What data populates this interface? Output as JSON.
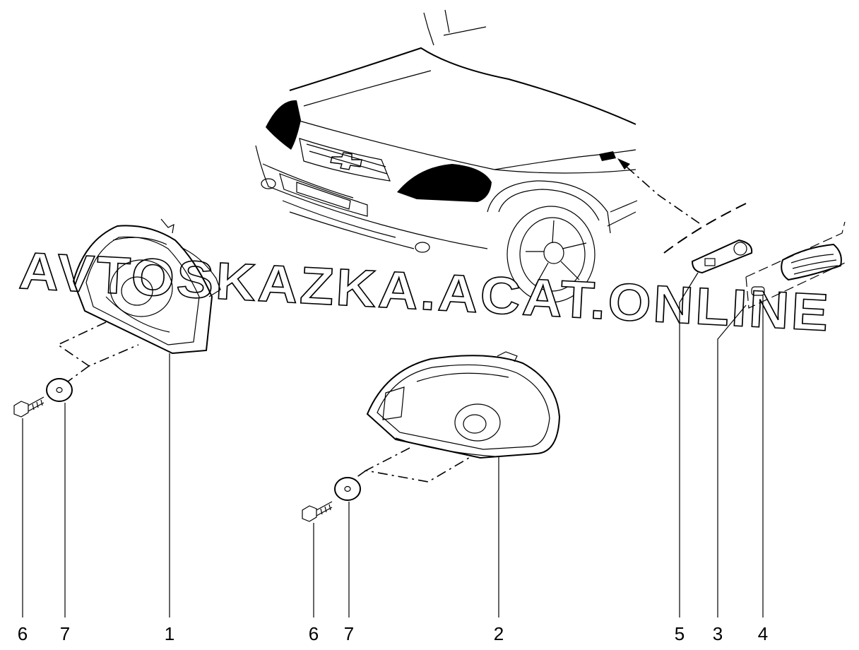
{
  "watermark": "AVTOSKAZKA.ACAT.ONLINE",
  "callouts": {
    "left_bolt": "6",
    "left_washer": "7",
    "left_headlamp": "1",
    "center_bolt": "6",
    "center_washer": "7",
    "right_headlamp": "2",
    "side_lamp_base": "5",
    "side_lamp_lens": "3",
    "side_lamp_bulb": "4"
  }
}
